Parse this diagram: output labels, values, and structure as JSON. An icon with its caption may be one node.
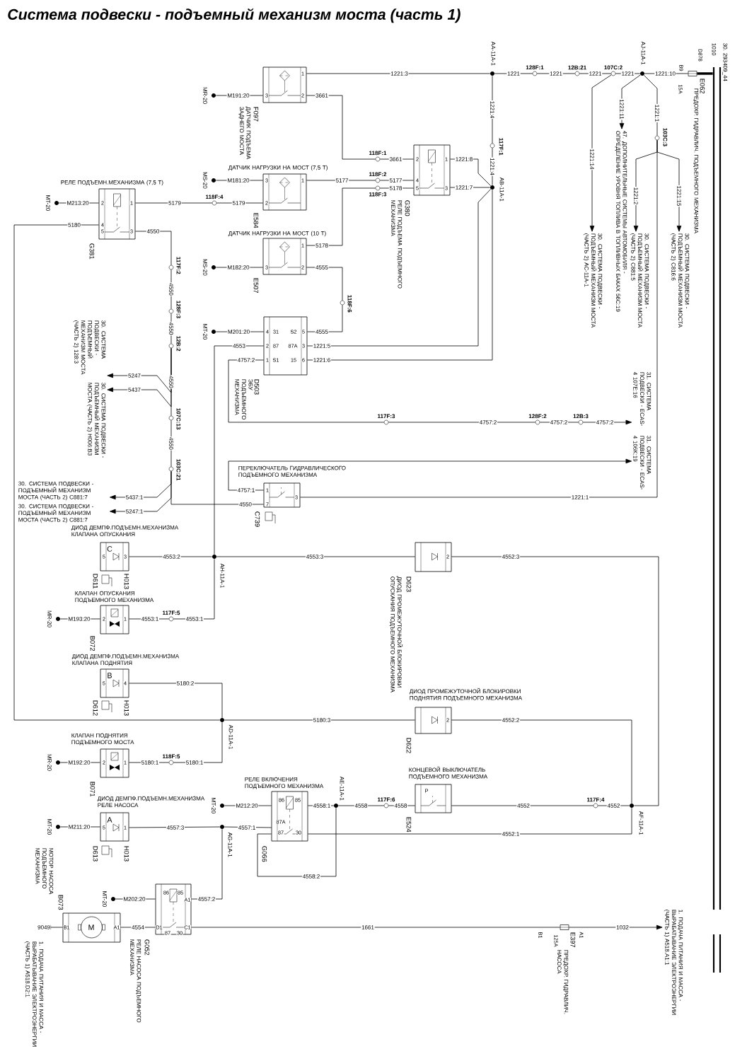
{
  "diagram": {
    "title": "Система подвески - подъемный механизм моста (часть 1)",
    "nodes": [
      {
        "text": [
          "F097",
          "ДАТЧИК ПОДЪЕМА ЗАДНЕГО МОСТА"
        ]
      },
      {
        "text": [
          "MR-20"
        ]
      },
      {
        "text": [
          "AA-11A-1"
        ]
      },
      {
        "text": [
          "128F:1"
        ]
      },
      {
        "text": [
          "12B:21"
        ]
      },
      {
        "text": [
          "107C:2"
        ]
      },
      {
        "text": [
          "AJ-11A-1"
        ]
      },
      {
        "text": [
          "E062",
          "ПРЕДОХР. ГИДРАВЛИЧ. ПОДЪЕМНОГО МЕХАНИЗМА"
        ]
      },
      {
        "text": [
          "1010"
        ]
      },
      {
        "text": [
          "30. 293409_44"
        ]
      },
      {
        "text": [
          "117F:1"
        ]
      },
      {
        "text": [
          "G380",
          "РЕЛЕ ПОДЪЕМА ПОДЪЕМНОГО МЕХАНИЗМА"
        ]
      },
      {
        "text": [
          "AB-11A-1"
        ]
      },
      {
        "text": [
          "118F:1"
        ]
      },
      {
        "text": [
          "118F:2"
        ]
      },
      {
        "text": [
          "118F:3"
        ]
      },
      {
        "text": [
          "MS-20"
        ]
      },
      {
        "text": [
          "ДАТЧИК НАГРУЗКИ НА МОСТ (7,5 Т)",
          "E584"
        ]
      },
      {
        "text": [
          "MT-20"
        ]
      },
      {
        "text": [
          "РЕЛЕ ПОДЪЕМН.МЕХАНИЗМА (7,5 Т)",
          "G381"
        ]
      },
      {
        "text": [
          "118F:4"
        ]
      },
      {
        "text": [
          "ДАТЧИК НАГРУЗКИ НА МОСТ (10 Т)",
          "E507"
        ]
      },
      {
        "text": [
          "MS-20"
        ]
      },
      {
        "text": [
          "118F:6"
        ]
      },
      {
        "text": [
          "D503",
          "ЭБУ ПОДЪЕМНОГО МЕХАНИЗМА"
        ]
      },
      {
        "text": [
          "MT-20"
        ]
      },
      {
        "text": [
          "117F:2"
        ]
      },
      {
        "text": [
          "128F:3"
        ]
      },
      {
        "text": [
          "12B:2"
        ]
      },
      {
        "text": [
          "30. СИСТЕМА ПОДВЕСКИ - ПОДЪЕМНЫЙ МЕХАНИЗМ МОСТА (ЧАСТЬ 2) 128:3"
        ]
      },
      {
        "text": [
          "30. СИСТЕМА ПОДВЕСКИ - ПОДЪЕМНЫЙ МЕХАНИЗМ МОСТА (ЧАСТЬ 2) H006:B3"
        ]
      },
      {
        "text": [
          "107C:13"
        ]
      },
      {
        "text": [
          "103C:21"
        ]
      },
      {
        "text": [
          "30. СИСТЕМА ПОДВЕСКИ - ПОДЪЕМНЫЙ МЕХАНИЗМ МОСТА (ЧАСТЬ 2) C881:7"
        ]
      },
      {
        "text": [
          "30. СИСТЕМА ПОДВЕСКИ - ПОДЪЕМНЫЙ МЕХАНИЗМ МОСТА (ЧАСТЬ 2) C881:7"
        ]
      },
      {
        "text": [
          "ПЕРЕКЛЮЧАТЕЛЬ ГИДРАВЛИЧЕСКОГО ПОДЪЕМНОГО МЕХАНИЗМА",
          "C739"
        ]
      },
      {
        "text": [
          "117F:3"
        ]
      },
      {
        "text": [
          "128F:2"
        ]
      },
      {
        "text": [
          "12B:3"
        ]
      },
      {
        "text": [
          "31. СИСТЕМА ПОДВЕСКИ - ECAS-4 107E:16"
        ]
      },
      {
        "text": [
          "31. СИСТЕМА ПОДВЕСКИ - ECAS-4 106K:19"
        ]
      },
      {
        "text": [
          "103C:3"
        ]
      },
      {
        "text": [
          "30. СИСТЕМА ПОДВЕСКИ - ПОДЪЕМНЫЙ МЕХАНИЗМ МОСТА (ЧАСТЬ 2) AC-11A-1"
        ]
      },
      {
        "text": [
          "47. ДОПОЛНИТЕЛЬНЫЕ СИСТЕМЫ АВТОМОБИЛЯ - ОПРЕДЕЛЕНИЕ УРОВНЯ ТОПЛИВА В ТОПЛИВНЫХ БАКАХ 56C:19"
        ]
      },
      {
        "text": [
          "30. СИСТЕМА ПОДВЕСКИ - ПОДЪЕМНЫЙ МЕХАНИЗМ МОСТА (ЧАСТЬ 2) C881:5"
        ]
      },
      {
        "text": [
          "30. СИСТЕМА ПОДВЕСКИ - ПОДЪЕМНЫЙ МЕХАНИЗМ МОСТА (ЧАСТЬ 2) C816:6"
        ]
      },
      {
        "text": [
          "ДИОД ДЕМПФ.ПОДЪЕМН.МЕХАНИЗМА КЛАПАНА ОПУСКАНИЯ",
          "D611",
          "H013"
        ]
      },
      {
        "text": [
          "AH-11A-1"
        ]
      },
      {
        "text": [
          "D623",
          "ДИОД ПРОМЕЖУТОЧНОЙ БЛОКИРОВКИ ОПУСКАНИЯ ПОДЪЕМНОГО МЕХАНИЗМА"
        ]
      },
      {
        "text": [
          "КЛАПАН ОПУСКАНИЯ ПОДЪЕМНОГО МЕХАНИЗМА",
          "B072"
        ]
      },
      {
        "text": [
          "MR-20"
        ]
      },
      {
        "text": [
          "117F:5"
        ]
      },
      {
        "text": [
          "ДИОД ДЕМПФ.ПОДЪЕМН.МЕХАНИЗМА КЛАПАНА ПОДНЯТИЯ",
          "D612",
          "H013"
        ]
      },
      {
        "text": [
          "AD-11A-1"
        ]
      },
      {
        "text": [
          "ДИОД ПРОМЕЖУТОЧНОЙ БЛОКИРОВКИ ПОДНЯТИЯ ПОДЪЕМНОГО МЕХАНИЗМА",
          "D622"
        ]
      },
      {
        "text": [
          "AF-11A-1"
        ]
      },
      {
        "text": [
          "КЛАПАН ПОДНЯТИЯ ПОДЪЕМНОГО МОСТА",
          "B071"
        ]
      },
      {
        "text": [
          "MR-20"
        ]
      },
      {
        "text": [
          "118F:5"
        ]
      },
      {
        "text": [
          "РЕЛЕ ВКЛЮЧЕНИЯ ПОДЪЕМНОГО МЕХАНИЗМА",
          "G066"
        ]
      },
      {
        "text": [
          "MT-20"
        ]
      },
      {
        "text": [
          "AE-11A-1"
        ]
      },
      {
        "text": [
          "117F:6"
        ]
      },
      {
        "text": [
          "КОНЦЕВОЙ ВЫКЛЮЧАТЕЛЬ ПОДЪЕМНОГО МЕХАНИЗМА",
          "E524"
        ]
      },
      {
        "text": [
          "117F:4"
        ]
      },
      {
        "text": [
          "ДИОД ДЕМПФ.ПОДЪЕМН.МЕХАНИЗМА РЕЛЕ НАСОСА",
          "D613",
          "H013"
        ]
      },
      {
        "text": [
          "MT-20"
        ]
      },
      {
        "text": [
          "AG-11A-1"
        ]
      },
      {
        "text": [
          "B073",
          "МОТОР НАСОСА ПОДЪЕМНОГО МЕХАНИЗМА"
        ]
      },
      {
        "text": [
          "MT-20"
        ]
      },
      {
        "text": [
          "G052",
          "РЕЛЕ НАСОСА ПОДЪЕМНОГО МЕХАНИЗМА"
        ]
      },
      {
        "text": [
          "1. ПОДАЧА ПИТАНИЯ И МАССА - ВЫРАБАТЫВАНИЕ ЭЛЕКТРОЭНЕРГИИ (ЧАСТЬ 1) A518.D2:1"
        ]
      },
      {
        "text": [
          "E397",
          "ПРЕДОХР. ГИДРАВЛИЧ. НАСОСА"
        ]
      },
      {
        "text": [
          "1. ПОДАЧА ПИТАНИЯ И МАССА - ВЫРАБАТЫВАНИЕ ЭЛЕКТРОЭНЕРГИИ (ЧАСТЬ 1) A518.A1:1"
        ]
      }
    ],
    "edges": [
      {
        "from": 1,
        "to": 0,
        "arrow": "none",
        "label": "M191:20"
      },
      {
        "from": 0,
        "to": 2,
        "arrow": "none",
        "label": "1221:3"
      },
      {
        "from": 0,
        "to": 13,
        "arrow": "none",
        "label": "3661"
      },
      {
        "from": 13,
        "to": 11,
        "arrow": "none",
        "label": "3661"
      },
      {
        "from": 2,
        "to": 3,
        "arrow": "none",
        "label": "1221"
      },
      {
        "from": 3,
        "to": 4,
        "arrow": "none",
        "label": "1221"
      },
      {
        "from": 4,
        "to": 5,
        "arrow": "none",
        "label": "1221"
      },
      {
        "from": 5,
        "to": 6,
        "arrow": "none",
        "label": "1221"
      },
      {
        "from": 6,
        "to": 7,
        "arrow": "none",
        "label": "1221:10"
      },
      {
        "from": 7,
        "to": 8,
        "arrow": "none",
        "style": "thick"
      },
      {
        "from": 2,
        "to": 10,
        "arrow": "none",
        "label": "1221:4"
      },
      {
        "from": 10,
        "to": 12,
        "arrow": "none",
        "label": "1221:4"
      },
      {
        "from": 11,
        "to": 12,
        "arrow": "none",
        "label": "1221:8"
      },
      {
        "from": 11,
        "to": 12,
        "arrow": "none",
        "label": "1221:7"
      },
      {
        "from": 16,
        "to": 17,
        "arrow": "none",
        "label": "M181:20"
      },
      {
        "from": 17,
        "to": 14,
        "arrow": "none",
        "label": "5177"
      },
      {
        "from": 14,
        "to": 11,
        "arrow": "none",
        "label": "5177"
      },
      {
        "from": 18,
        "to": 19,
        "arrow": "none",
        "label": "M213:20"
      },
      {
        "from": 19,
        "to": 20,
        "arrow": "none",
        "label": "5179"
      },
      {
        "from": 20,
        "to": 17,
        "arrow": "none",
        "label": "5179"
      },
      {
        "from": 21,
        "to": 15,
        "arrow": "none",
        "label": "5178"
      },
      {
        "from": 15,
        "to": 11,
        "arrow": "none",
        "label": "5178"
      },
      {
        "from": 22,
        "to": 21,
        "arrow": "none",
        "label": "M182:20"
      },
      {
        "from": 21,
        "to": 23,
        "arrow": "none",
        "label": "4555"
      },
      {
        "from": 23,
        "to": 24,
        "arrow": "none",
        "label": "4555"
      },
      {
        "from": 25,
        "to": 24,
        "arrow": "none",
        "label": "M201:20"
      },
      {
        "from": 12,
        "to": 24,
        "arrow": "none",
        "label": "1221:5"
      },
      {
        "from": 12,
        "to": 24,
        "arrow": "none",
        "label": "1221:6"
      },
      {
        "from": 19,
        "to": 26,
        "arrow": "none",
        "label": "4550"
      },
      {
        "from": 26,
        "to": 27,
        "arrow": "none",
        "label": "4550"
      },
      {
        "from": 27,
        "to": 28,
        "arrow": "none",
        "label": "4550"
      },
      {
        "from": 28,
        "to": 29,
        "arrow": "to",
        "label": "5247"
      },
      {
        "from": 28,
        "to": 30,
        "arrow": "to",
        "label": "5437"
      },
      {
        "from": 28,
        "to": 31,
        "arrow": "none",
        "label": "4550"
      },
      {
        "from": 31,
        "to": 32,
        "arrow": "none",
        "label": "4550"
      },
      {
        "from": 32,
        "to": 33,
        "arrow": "to",
        "label": "5437:1"
      },
      {
        "from": 32,
        "to": 34,
        "arrow": "to",
        "label": "5247:1"
      },
      {
        "from": 32,
        "to": 35,
        "arrow": "none",
        "label": "4550"
      },
      {
        "from": 24,
        "to": 36,
        "arrow": "none",
        "label": "4757:2"
      },
      {
        "from": 36,
        "to": 37,
        "arrow": "none",
        "label": "4757:2"
      },
      {
        "from": 37,
        "to": 38,
        "arrow": "none",
        "label": "4757:2"
      },
      {
        "from": 38,
        "to": 39,
        "arrow": "to",
        "label": "4757:2"
      },
      {
        "from": 35,
        "to": 40,
        "arrow": "to",
        "label": "4757:1"
      },
      {
        "from": 5,
        "to": 42,
        "arrow": "to",
        "label": "1221:14"
      },
      {
        "from": 6,
        "to": 43,
        "arrow": "to",
        "label": "1221:11"
      },
      {
        "from": 6,
        "to": 41,
        "arrow": "none",
        "label": "1221:1"
      },
      {
        "from": 41,
        "to": 44,
        "arrow": "to",
        "label": "1221:2"
      },
      {
        "from": 41,
        "to": 45,
        "arrow": "to",
        "label": "1221:15"
      },
      {
        "from": 41,
        "to": 35,
        "arrow": "none",
        "label": "1221:1"
      },
      {
        "from": 46,
        "to": 47,
        "arrow": "none",
        "label": "4553:2"
      },
      {
        "from": 47,
        "to": 48,
        "arrow": "none",
        "label": "4553:3"
      },
      {
        "from": 50,
        "to": 49,
        "arrow": "none",
        "label": "M193:20"
      },
      {
        "from": 49,
        "to": 51,
        "arrow": "none",
        "label": "4553:1"
      },
      {
        "from": 51,
        "to": 47,
        "arrow": "none",
        "label": "4553:1"
      },
      {
        "from": 24,
        "to": 47,
        "arrow": "none",
        "label": "4553"
      },
      {
        "from": 48,
        "to": 55,
        "arrow": "none",
        "label": "4552:3"
      },
      {
        "from": 52,
        "to": 53,
        "arrow": "none",
        "label": "5180:2"
      },
      {
        "from": 19,
        "to": 53,
        "arrow": "none",
        "label": "5180"
      },
      {
        "from": 53,
        "to": 54,
        "arrow": "none",
        "label": "5180:3"
      },
      {
        "from": 54,
        "to": 55,
        "arrow": "none",
        "label": "4552:2"
      },
      {
        "from": 57,
        "to": 56,
        "arrow": "none",
        "label": "M192:20"
      },
      {
        "from": 56,
        "to": 58,
        "arrow": "none",
        "label": "5180:1"
      },
      {
        "from": 58,
        "to": 53,
        "arrow": "none",
        "label": "5180:1"
      },
      {
        "from": 60,
        "to": 59,
        "arrow": "none",
        "label": "M212:20"
      },
      {
        "from": 59,
        "to": 61,
        "arrow": "none",
        "label": "4558:1"
      },
      {
        "from": 61,
        "to": 62,
        "arrow": "none",
        "label": "4558"
      },
      {
        "from": 62,
        "to": 63,
        "arrow": "none",
        "label": "4558"
      },
      {
        "from": 63,
        "to": 64,
        "arrow": "none",
        "label": "4552"
      },
      {
        "from": 64,
        "to": 55,
        "arrow": "none",
        "label": "4552"
      },
      {
        "from": 59,
        "to": 55,
        "arrow": "none",
        "label": "4552:1"
      },
      {
        "from": 59,
        "to": 61,
        "arrow": "none",
        "label": "4558:2"
      },
      {
        "from": 66,
        "to": 65,
        "arrow": "none",
        "label": "M211:20"
      },
      {
        "from": 65,
        "to": 67,
        "arrow": "none",
        "label": "4557:3"
      },
      {
        "from": 67,
        "to": 59,
        "arrow": "none",
        "label": "4557:1"
      },
      {
        "from": 69,
        "to": 70,
        "arrow": "none",
        "label": "M202:20"
      },
      {
        "from": 70,
        "to": 67,
        "arrow": "none",
        "label": "4557:2"
      },
      {
        "from": 70,
        "to": 68,
        "arrow": "none",
        "label": "4554"
      },
      {
        "from": 68,
        "to": 71,
        "arrow": "to",
        "label": "9049"
      },
      {
        "from": 70,
        "to": 72,
        "arrow": "none",
        "label": "1661"
      },
      {
        "from": 72,
        "to": 73,
        "arrow": "to",
        "label": "1032"
      }
    ],
    "labels": [
      "D878",
      "B9",
      "1",
      "15A",
      "3",
      "2",
      "2",
      "1",
      "3",
      "1",
      "4",
      "5",
      "3",
      "2",
      "1",
      "2",
      "4",
      "5",
      "3",
      "1",
      "3",
      "2",
      "4",
      "31",
      "S2",
      "5",
      "2",
      "87",
      "87A",
      "3",
      "1",
      "S1",
      "15",
      "6",
      "1",
      "3",
      "7",
      "C",
      "5",
      "3",
      "2",
      "2",
      "1",
      "B",
      "5",
      "4",
      "2",
      "2",
      "1",
      "P",
      "86",
      "85",
      "A",
      "87A",
      "5",
      "1",
      "87",
      "30",
      "86",
      "85",
      "A1",
      "B1",
      "M",
      "A1",
      "D1",
      "C1",
      "87",
      "30",
      "B1",
      "125A",
      "A1"
    ]
  }
}
